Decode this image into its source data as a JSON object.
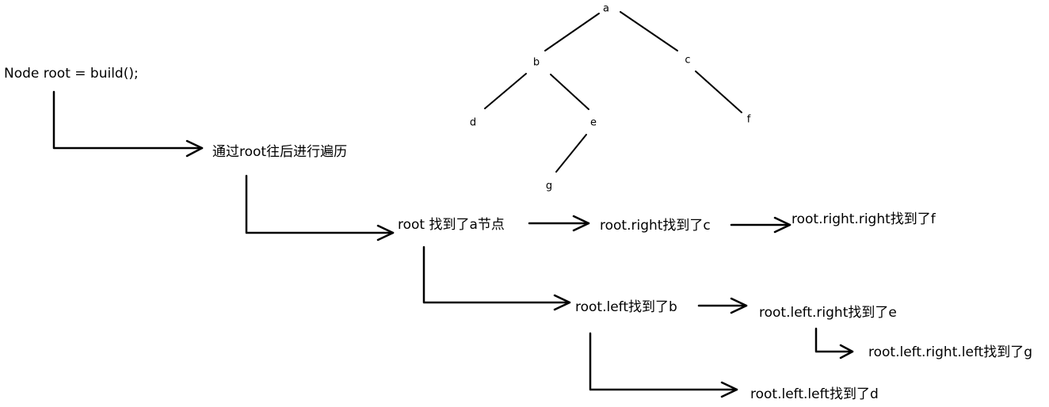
{
  "tree": {
    "nodes": [
      "a",
      "b",
      "c",
      "d",
      "e",
      "f",
      "g"
    ]
  },
  "flow": {
    "start": "Node root = build();",
    "traverse": "通过root往后进行遍历",
    "root_a": "root 找到了a节点",
    "right_c": "root.right找到了c",
    "right_right_f": "root.right.right找到了f",
    "left_b": "root.left找到了b",
    "left_right_e": "root.left.right找到了e",
    "left_right_left_g": "root.left.right.left找到了g",
    "left_left_d": "root.left.left找到了d"
  }
}
